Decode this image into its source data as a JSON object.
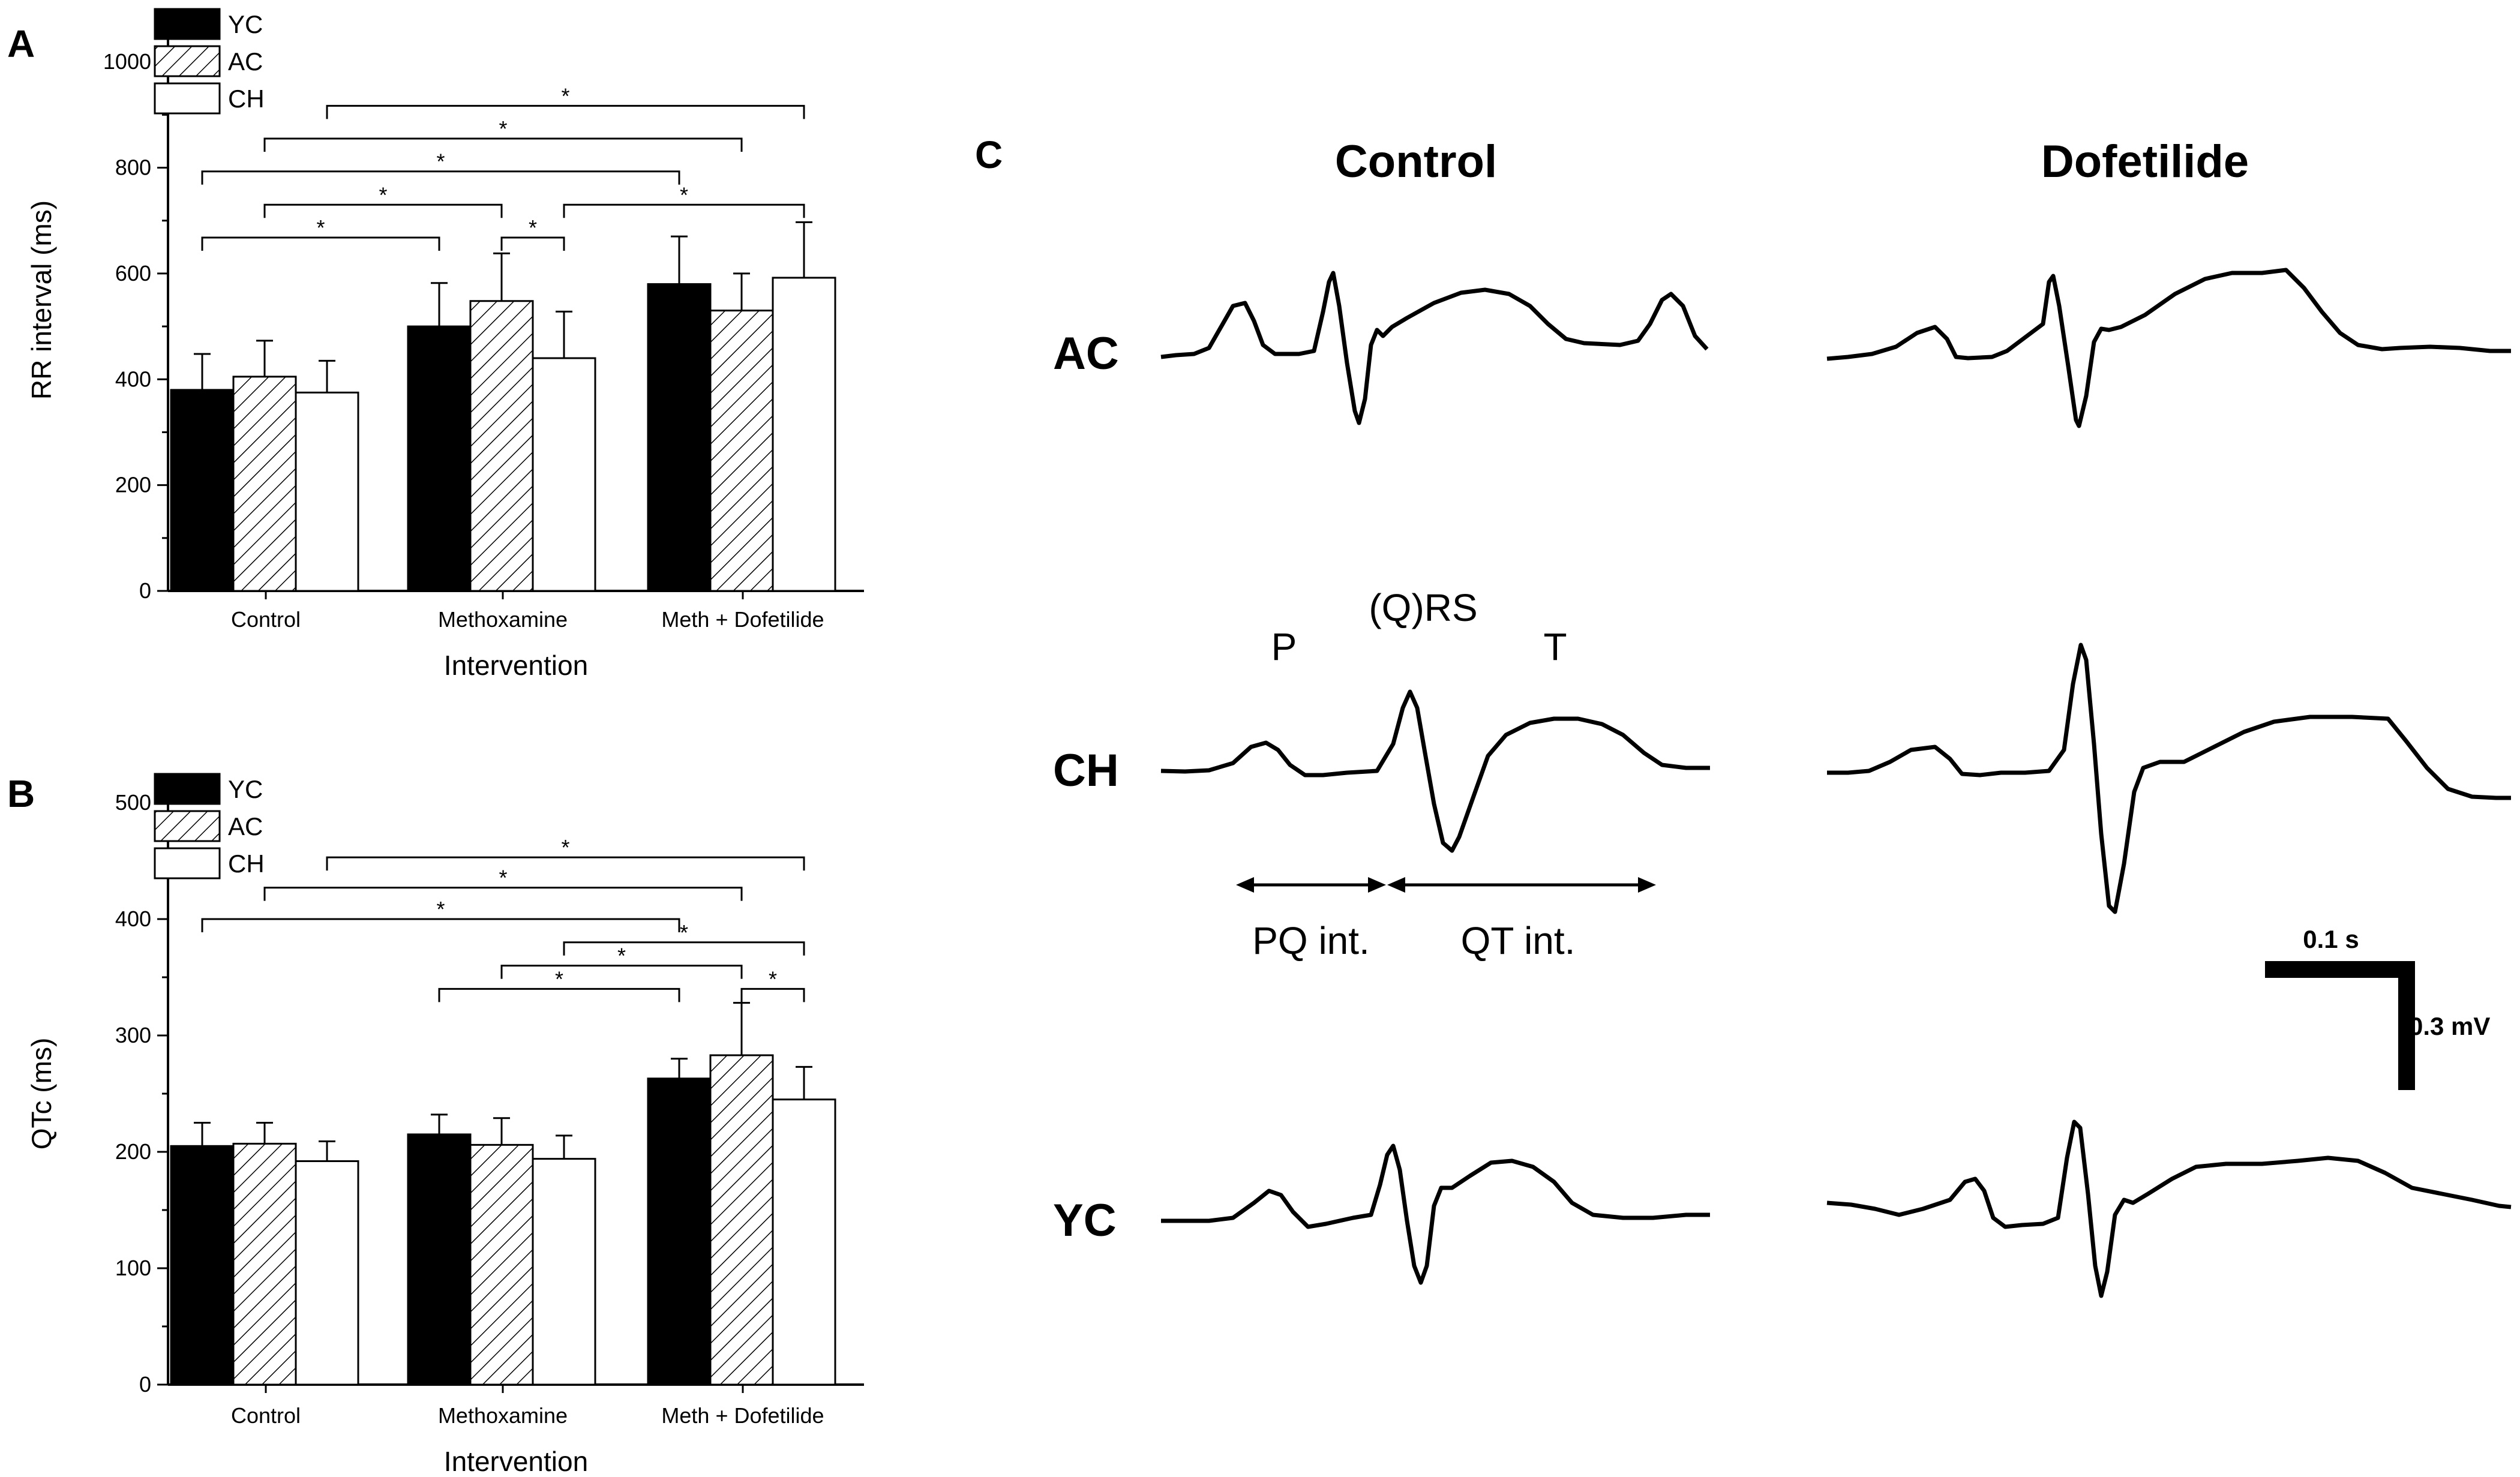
{
  "chart_data": [
    {
      "panel": "A",
      "type": "bar",
      "categories": [
        "Control",
        "Methoxamine",
        "Meth + Dofetilide"
      ],
      "series": [
        {
          "name": "YC",
          "values": [
            380,
            500,
            580
          ],
          "errors": [
            68,
            82,
            90
          ]
        },
        {
          "name": "AC",
          "values": [
            405,
            548,
            530
          ],
          "errors": [
            68,
            90,
            70
          ]
        },
        {
          "name": "CH",
          "values": [
            375,
            440,
            592
          ],
          "errors": [
            60,
            88,
            105
          ]
        }
      ],
      "ylabel": "RR interval (ms)",
      "xlabel": "Intervention",
      "ylim": [
        0,
        1100
      ],
      "yticks": [
        0,
        200,
        400,
        600,
        800,
        1000
      ],
      "legend": "top-left",
      "significance": [
        {
          "from": [
            0,
            0
          ],
          "to": [
            1,
            0
          ],
          "y": 668,
          "label": "*"
        },
        {
          "from": [
            0,
            1
          ],
          "to": [
            1,
            1
          ],
          "y": 730,
          "label": "*"
        },
        {
          "from": [
            1,
            1
          ],
          "to": [
            1,
            2
          ],
          "y": 668,
          "label": "*"
        },
        {
          "from": [
            1,
            2
          ],
          "to": [
            2,
            2
          ],
          "y": 730,
          "label": "*"
        },
        {
          "from": [
            0,
            0
          ],
          "to": [
            2,
            0
          ],
          "y": 793,
          "label": "*"
        },
        {
          "from": [
            0,
            1
          ],
          "to": [
            2,
            1
          ],
          "y": 855,
          "label": "*"
        },
        {
          "from": [
            0,
            2
          ],
          "to": [
            2,
            2
          ],
          "y": 917,
          "label": "*"
        }
      ]
    },
    {
      "panel": "B",
      "type": "bar",
      "categories": [
        "Control",
        "Methoxamine",
        "Meth + Dofetilide"
      ],
      "series": [
        {
          "name": "YC",
          "values": [
            205,
            215,
            263
          ],
          "errors": [
            20,
            17,
            17
          ]
        },
        {
          "name": "AC",
          "values": [
            207,
            206,
            283
          ],
          "errors": [
            18,
            23,
            45
          ]
        },
        {
          "name": "CH",
          "values": [
            192,
            194,
            245
          ],
          "errors": [
            17,
            20,
            28
          ]
        }
      ],
      "ylabel": "QTc (ms)",
      "xlabel": "Intervention",
      "ylim": [
        0,
        500
      ],
      "yticks": [
        0,
        100,
        200,
        300,
        400,
        500
      ],
      "legend": "top-left",
      "significance": [
        {
          "from": [
            1,
            0
          ],
          "to": [
            2,
            0
          ],
          "y": 340,
          "label": "*"
        },
        {
          "from": [
            2,
            1
          ],
          "to": [
            2,
            2
          ],
          "y": 340,
          "label": "*"
        },
        {
          "from": [
            1,
            1
          ],
          "to": [
            2,
            1
          ],
          "y": 360,
          "label": "*"
        },
        {
          "from": [
            1,
            2
          ],
          "to": [
            2,
            2
          ],
          "y": 380,
          "label": "*"
        },
        {
          "from": [
            0,
            0
          ],
          "to": [
            2,
            0
          ],
          "y": 400,
          "label": "*"
        },
        {
          "from": [
            0,
            1
          ],
          "to": [
            2,
            1
          ],
          "y": 427,
          "label": "*"
        },
        {
          "from": [
            0,
            2
          ],
          "to": [
            2,
            2
          ],
          "y": 453,
          "label": "*"
        }
      ]
    }
  ],
  "panels": {
    "a": "A",
    "b": "B",
    "c": "C"
  },
  "ecg": {
    "col_control": "Control",
    "col_dofetilide": "Dofetilide",
    "rows": [
      "AC",
      "CH",
      "YC"
    ],
    "labels": {
      "p": "P",
      "qrs": "(Q)RS",
      "t": "T",
      "pq": "PQ int.",
      "qt": "QT int."
    },
    "scale": {
      "time": "0.1 s",
      "voltage": "0.3 mV"
    }
  },
  "colors": {
    "YC": "#000000",
    "AC": "hatch",
    "CH": "#ffffff"
  }
}
